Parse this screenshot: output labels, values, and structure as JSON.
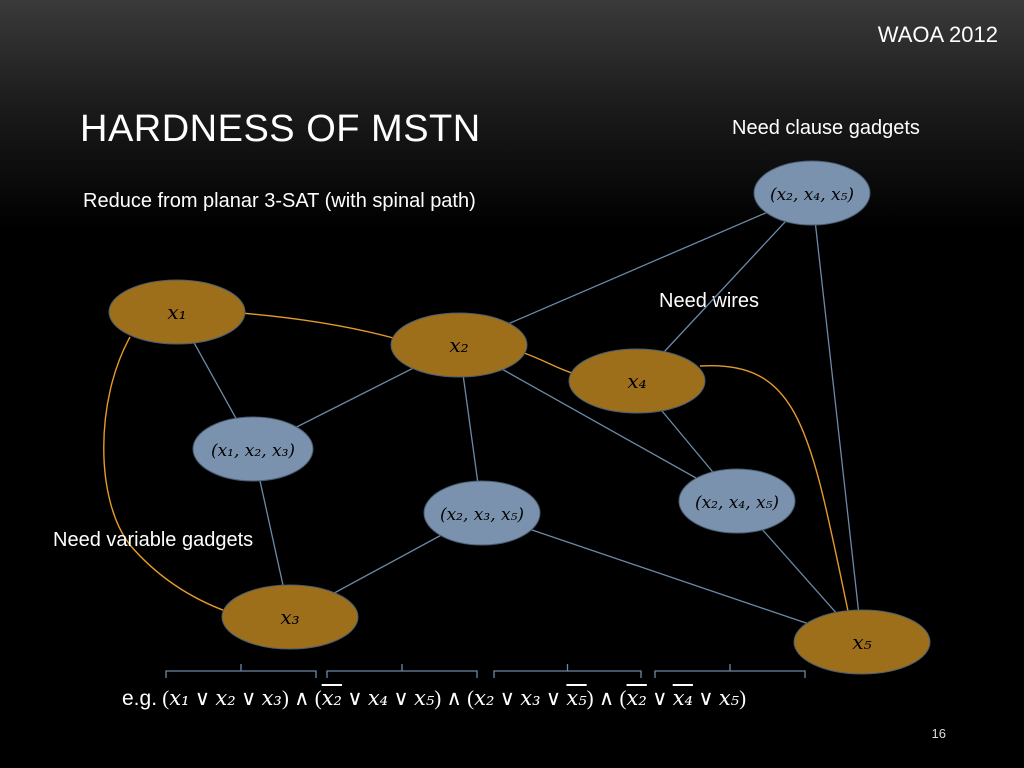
{
  "header": {
    "conference": "WAOA 2012",
    "page_number": "16"
  },
  "slide": {
    "title": "HARDNESS OF MSTN",
    "reduce_text": "Reduce from planar 3-SAT (with spinal path)",
    "clause_note": "Need clause gadgets",
    "wire_note": "Need wires",
    "variable_note": "Need variable gadgets"
  },
  "colors": {
    "variable": "#9d6f1b",
    "clause": "#7a92ad",
    "wire": "#e59a2c",
    "edge": "#6b8aa6"
  },
  "nodes": [
    {
      "id": "x1",
      "kind": "variable",
      "label": "x₁"
    },
    {
      "id": "x2",
      "kind": "variable",
      "label": "x₂"
    },
    {
      "id": "x3",
      "kind": "variable",
      "label": "x₃"
    },
    {
      "id": "x4",
      "kind": "variable",
      "label": "x₄"
    },
    {
      "id": "x5",
      "kind": "variable",
      "label": "x₅"
    },
    {
      "id": "c123",
      "kind": "clause",
      "label": "(x₁, x₂, x₃)"
    },
    {
      "id": "c235",
      "kind": "clause",
      "label": "(x₂, x₃, x₅)"
    },
    {
      "id": "c245",
      "kind": "clause",
      "label": "(x₂, x₄, x₅)"
    },
    {
      "id": "c245top",
      "kind": "clause",
      "label": "(x₂, x₄, x₅)"
    }
  ],
  "edges": [
    [
      "x1",
      "c123"
    ],
    [
      "x2",
      "c123"
    ],
    [
      "x3",
      "c123"
    ],
    [
      "x2",
      "c235"
    ],
    [
      "x3",
      "c235"
    ],
    [
      "x5",
      "c235"
    ],
    [
      "x2",
      "c245"
    ],
    [
      "x4",
      "c245"
    ],
    [
      "x5",
      "c245"
    ],
    [
      "x2",
      "c245top"
    ],
    [
      "x4",
      "c245top"
    ],
    [
      "x5",
      "c245top"
    ]
  ],
  "wires": [
    [
      "x1",
      "x2"
    ],
    [
      "x2",
      "x4"
    ],
    [
      "x4",
      "x5"
    ],
    [
      "x1",
      "x3"
    ]
  ],
  "formula": {
    "prefix": "e.g.",
    "clauses": [
      {
        "literals": [
          {
            "v": "x₁",
            "neg": false
          },
          {
            "v": "x₂",
            "neg": false
          },
          {
            "v": "x₃",
            "neg": false
          }
        ]
      },
      {
        "literals": [
          {
            "v": "x₂",
            "neg": true
          },
          {
            "v": "x₄",
            "neg": false
          },
          {
            "v": "x₅",
            "neg": false
          }
        ]
      },
      {
        "literals": [
          {
            "v": "x₂",
            "neg": false
          },
          {
            "v": "x₃",
            "neg": false
          },
          {
            "v": "x₅",
            "neg": true
          }
        ]
      },
      {
        "literals": [
          {
            "v": "x₂",
            "neg": true
          },
          {
            "v": "x₄",
            "neg": true
          },
          {
            "v": "x₅",
            "neg": false
          }
        ]
      }
    ]
  }
}
